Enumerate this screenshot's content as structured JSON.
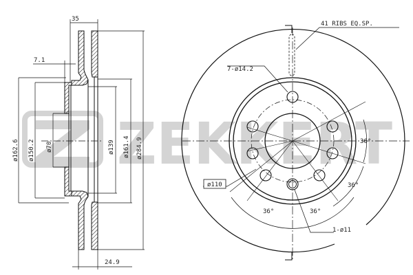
{
  "drawing": {
    "title": "Brake disc technical drawing",
    "watermark": "ZEKKERT",
    "watermark_color": "#d4d4d4",
    "line_color": "#111111"
  },
  "side_view": {
    "dims": {
      "overall_width": "35",
      "hat_offset": "7.1",
      "disc_thickness": "24.9",
      "d_162_6": "ø162.6",
      "d_150_2": "ø150.2",
      "d_70": "ø70",
      "d_139": "ø139",
      "d_161_4": "ø161.4",
      "d_284_9": "ø284.9"
    }
  },
  "front_view": {
    "labels": {
      "ribs": "41 RIBS EQ.SP.",
      "bolt_holes": "7-ø14.2",
      "bolt_circle": "ø110",
      "pin_hole": "1-ø11",
      "angle_right_top": "36°",
      "angle_right_bottom": "36°",
      "angle_bottom_left": "36°",
      "angle_bottom_right": "36°"
    }
  }
}
